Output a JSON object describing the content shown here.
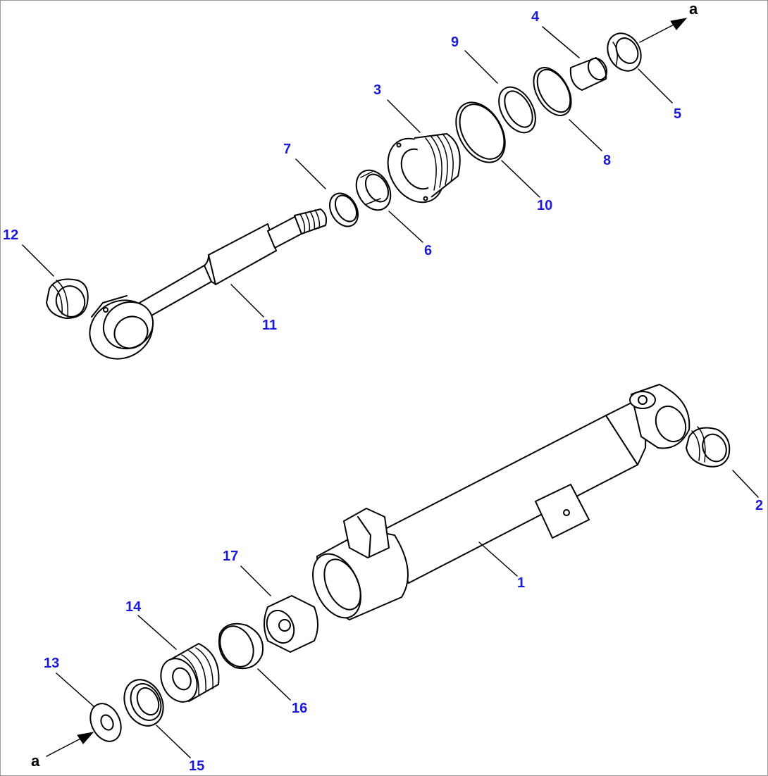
{
  "diagram": {
    "callouts": {
      "c1": "1",
      "c2": "2",
      "c3": "3",
      "c4": "4",
      "c5": "5",
      "c6": "6",
      "c7": "7",
      "c8": "8",
      "c9": "9",
      "c10": "10",
      "c11": "11",
      "c12": "12",
      "c13": "13",
      "c14": "14",
      "c15": "15",
      "c16": "16",
      "c17": "17"
    },
    "flow_reference": {
      "top": "a",
      "bottom": "a"
    },
    "colors": {
      "callout": "#1a1adc",
      "line": "#000000",
      "background": "#ffffff"
    }
  }
}
